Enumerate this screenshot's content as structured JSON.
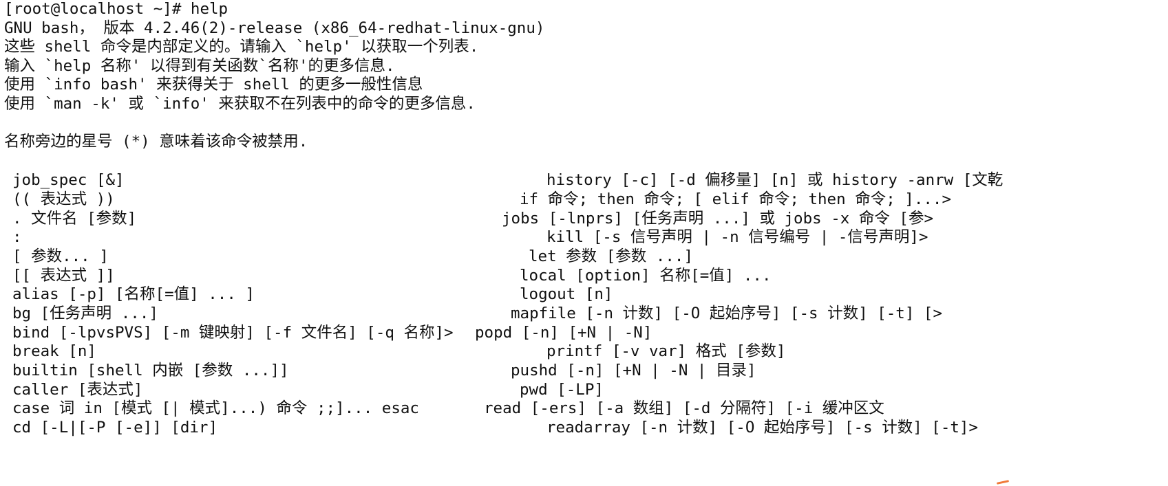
{
  "terminal": {
    "prompt_line": "[root@localhost ~]# help",
    "intro": [
      "GNU bash， 版本 4.2.46(2)-release (x86_64-redhat-linux-gnu)",
      "这些 shell 命令是内部定义的。请输入 `help' 以获取一个列表.",
      "输入 `help 名称' 以得到有关函数`名称'的更多信息.",
      "使用 `info bash' 来获得关于 shell 的更多一般性信息",
      "使用 `man -k' 或 `info' 来获取不在列表中的命令的更多信息."
    ],
    "note": "名称旁边的星号 (*) 意味着该命令被禁用.",
    "left_commands": [
      "job_spec [&]",
      "(( 表达式 ))",
      ". 文件名 [参数]",
      ":",
      "[ 参数... ]",
      "[[ 表达式 ]]",
      "alias [-p] [名称[=值] ... ]",
      "bg [任务声明 ...]",
      "bind [-lpvsPVS] [-m 键映射] [-f 文件名] [-q 名称]>",
      "break [n]",
      "builtin [shell 内嵌 [参数 ...]]",
      "caller [表达式]",
      "case 词 in [模式 [| 模式]...) 命令 ;;]... esac",
      "cd [-L|[-P [-e]] [dir]"
    ],
    "right_commands": [
      "history [-c] [-d 偏移量] [n] 或 history -anrw [文乾",
      "if 命令; then 命令; [ elif 命令; then 命令; ]...>",
      "jobs [-lnprs] [任务声明 ...] 或 jobs -x 命令 [参>",
      "kill [-s 信号声明 | -n 信号编号 | -信号声明]>",
      "let 参数 [参数 ...]",
      "local [option] 名称[=值] ...",
      "logout [n]",
      "mapfile [-n 计数] [-O 起始序号] [-s 计数] [-t] [>",
      "popd [-n] [+N | -N]",
      "printf [-v var] 格式 [参数]",
      "pushd [-n] [+N | -N | 目录]",
      "pwd [-LP]",
      "read [-ers] [-a 数组] [-d 分隔符] [-i 缓冲区文",
      "readarray [-n 计数] [-O 起始序号] [-s 计数] [-t]>"
    ]
  }
}
